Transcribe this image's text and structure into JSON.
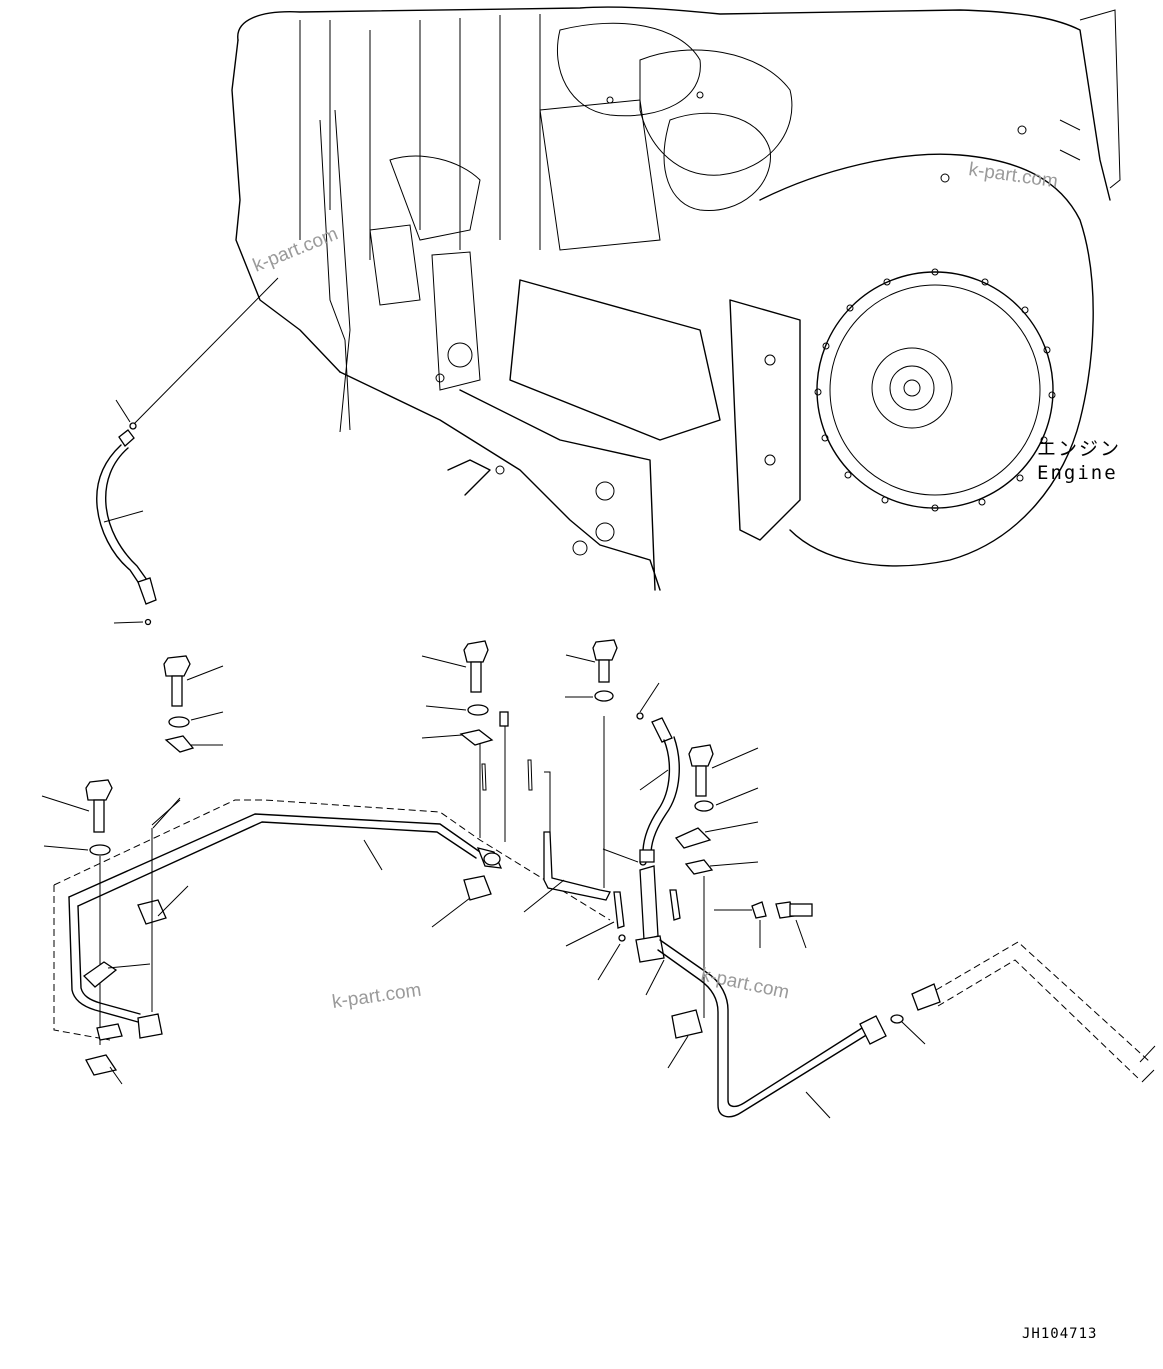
{
  "labels": {
    "engine_jp": "エンジン",
    "engine_en": "Engine"
  },
  "watermarks": [
    "k-part.com",
    "k-part.com",
    "k-part.com",
    "k-part.com"
  ],
  "drawing_code": "JH104713"
}
